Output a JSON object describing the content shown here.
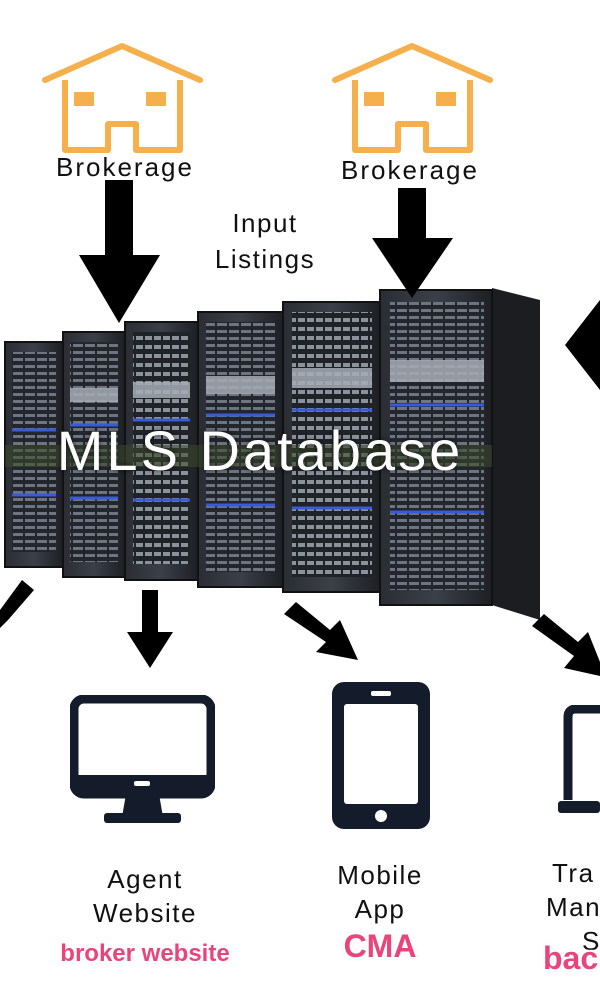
{
  "brokerages": [
    {
      "label": "Brokerage",
      "house_color": "#f5b04d"
    },
    {
      "label": "Brokerage",
      "house_color": "#f5b04d"
    }
  ],
  "input_listings": {
    "line1": "Input",
    "line2": "Listings"
  },
  "database": {
    "title": "MLS Database"
  },
  "outputs": [
    {
      "line1": "Agent",
      "line2": "Website",
      "line3": "",
      "tag": "broker website",
      "icon": "monitor-icon"
    },
    {
      "line1": "Mobile",
      "line2": "App",
      "line3": "",
      "tag": "CMA",
      "icon": "phone-icon"
    },
    {
      "line1": "Tra",
      "line2": "Man",
      "line3": "S",
      "tag": "bac",
      "icon": "laptop-icon"
    }
  ],
  "colors": {
    "accent": "#e8457a",
    "house": "#f5b04d",
    "arrow": "#000000",
    "device": "#141b2b"
  }
}
